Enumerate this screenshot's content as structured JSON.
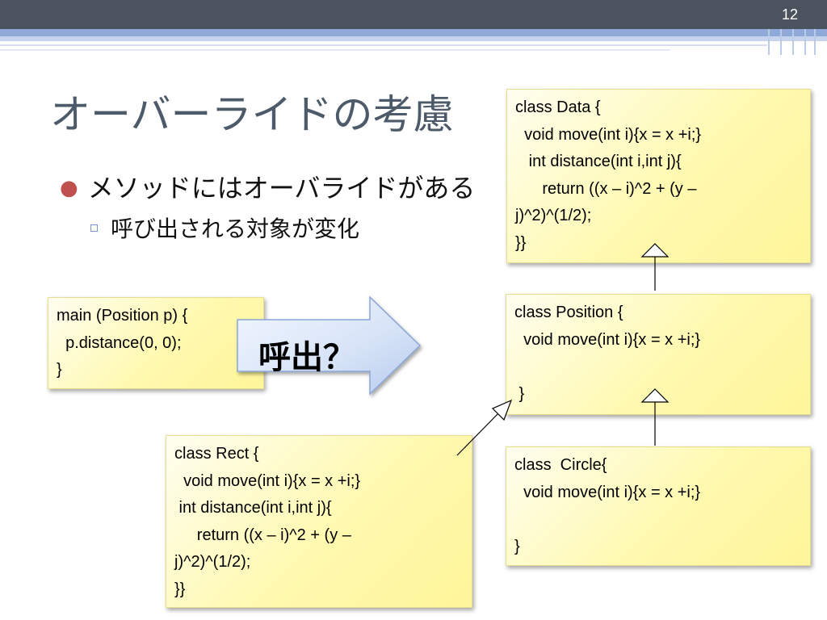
{
  "slide": {
    "number": "12",
    "title": "オーバーライドの考慮",
    "bullet_main": "メソッドにはオーバライドがある",
    "bullet_sub": "呼び出される対象が変化",
    "arrow_label": "呼出？"
  },
  "boxes": {
    "data": {
      "lines": [
        "class Data {",
        "  void move(int i){x = x +i;}",
        "   int distance(int i,int j){",
        "      return ((x – i)^2 + (y –",
        "j)^2)^(1/2);",
        "}}"
      ]
    },
    "position": {
      "lines": [
        "class Position {",
        "  void move(int i){x = x +i;}",
        "",
        " }"
      ]
    },
    "circle": {
      "lines": [
        "class  Circle{",
        "  void move(int i){x = x +i;}",
        "",
        "}"
      ]
    },
    "rect": {
      "lines": [
        "class Rect {",
        "  void move(int i){x = x +i;}",
        " int distance(int i,int j){",
        "     return ((x – i)^2 + (y –",
        "j)^2)^(1/2);",
        "}}"
      ]
    },
    "main": {
      "lines": [
        "main (Position p) {",
        "  p.distance(0, 0);",
        "}"
      ]
    }
  }
}
